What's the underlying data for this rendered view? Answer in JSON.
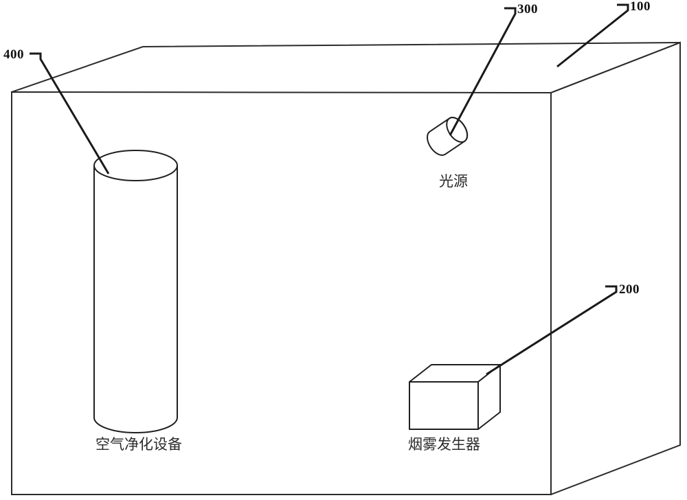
{
  "figure": {
    "kind": "patent-line-drawing",
    "background_color": "#ffffff",
    "line_color": "#2b2b2b",
    "description": "Isometric line drawing of a test chamber enclosure containing an air purifier, a smoke generator and a light source"
  },
  "reference_numerals": [
    {
      "id": "100",
      "label": "100",
      "refers_to": "chamber-enclosure"
    },
    {
      "id": "200",
      "label": "200",
      "refers_to": "smoke-generator"
    },
    {
      "id": "300",
      "label": "300",
      "refers_to": "light-source"
    },
    {
      "id": "400",
      "label": "400",
      "refers_to": "air-purifier"
    }
  ],
  "component_labels": {
    "light_source": "光源",
    "smoke_generator": "烟雾发生器",
    "air_purifier": "空气净化设备"
  },
  "components": [
    {
      "name": "chamber-enclosure",
      "numeral": "100",
      "shape": "open-box",
      "caption": ""
    },
    {
      "name": "air-purifier",
      "numeral": "400",
      "shape": "vertical-cylinder",
      "caption": "空气净化设备"
    },
    {
      "name": "light-source",
      "numeral": "300",
      "shape": "tilted-cylinder",
      "caption": "光源"
    },
    {
      "name": "smoke-generator",
      "numeral": "200",
      "shape": "cube",
      "caption": "烟雾发生器"
    }
  ]
}
